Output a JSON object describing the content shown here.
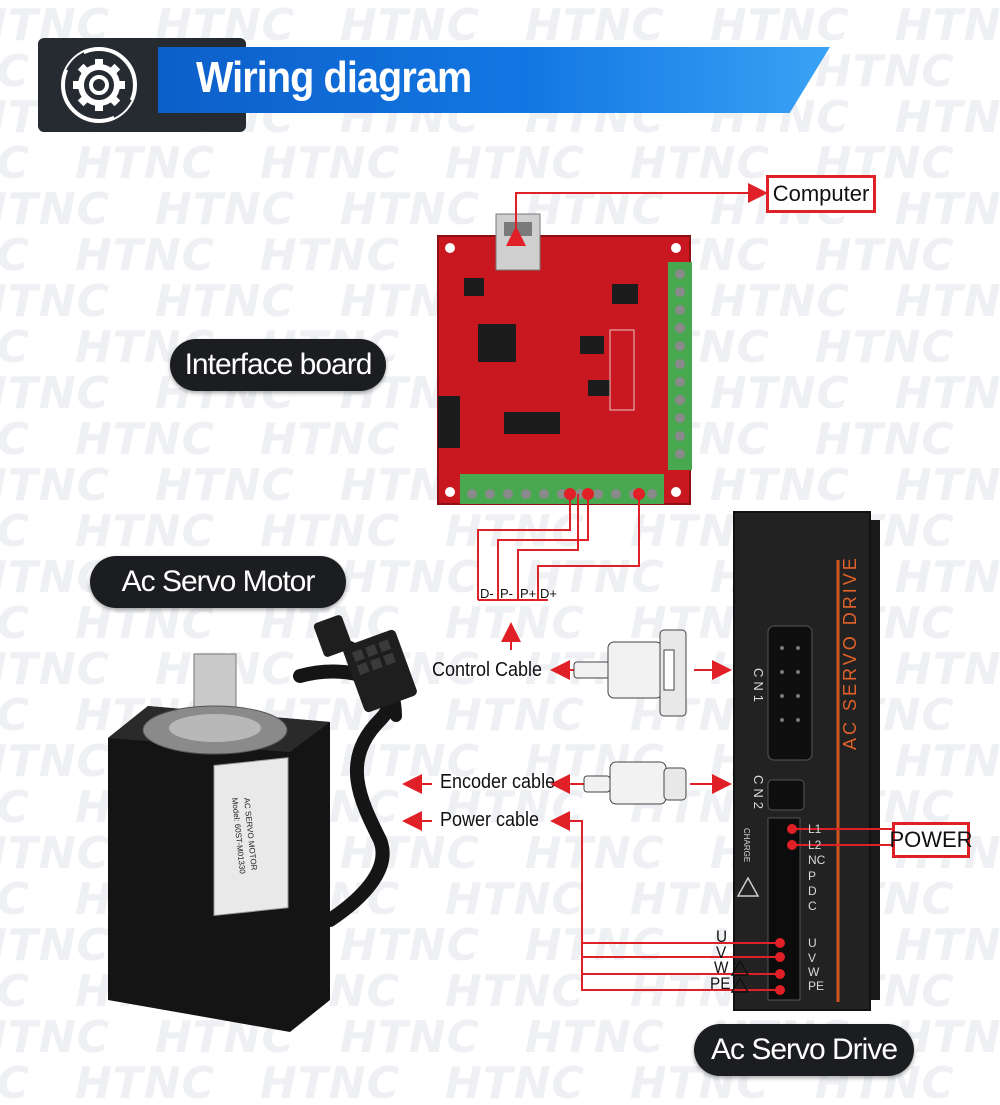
{
  "header": {
    "title": "Wiring diagram",
    "icon": "gear-icon",
    "colors": {
      "accent": "#1377e3",
      "badge": "#262b31"
    }
  },
  "watermark": "HTNC",
  "labels": {
    "computer": "Computer",
    "interface_board": "Interface board",
    "ac_servo_motor": "Ac Servo Motor",
    "ac_servo_drive": "Ac Servo Drive",
    "control_cable": "Control Cable",
    "encoder_cable": "Encoder cable",
    "power_cable": "Power cable",
    "power": "POWER"
  },
  "signal_pins": [
    "D-",
    "P-",
    "P+",
    "D+"
  ],
  "motor_phases": [
    "U",
    "V",
    "W",
    "PE"
  ],
  "drive": {
    "brand_text": "AC SERVO DRIVE",
    "ports": [
      "CN1",
      "CN2"
    ],
    "charge": "CHARGE",
    "terminals": [
      "L1",
      "L2",
      "NC",
      "P",
      "D",
      "C",
      "U",
      "V",
      "W",
      "PE"
    ]
  },
  "motor_nameplate": {
    "heading": "AC SERVO MOTOR",
    "model": "Model: 60ST-M01330"
  },
  "wire_color": "#e02027"
}
